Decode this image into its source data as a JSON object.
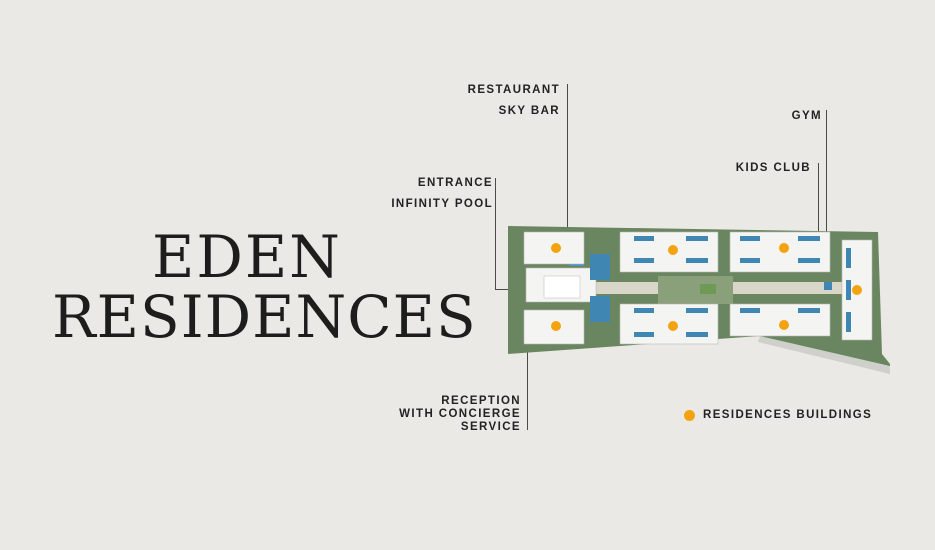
{
  "logo": {
    "line1": "EDEN",
    "line2": "RESIDENCES"
  },
  "labels": {
    "restaurant": "RESTAURANT",
    "sky_bar": "SKY BAR",
    "gym": "GYM",
    "kids_club": "KIDS CLUB",
    "entrance": "ENTRANCE",
    "infinity_pool": "INFINITY POOL",
    "reception_line1": "RECEPTION",
    "reception_line2": "WITH CONCIERGE",
    "reception_line3": "SERVICE"
  },
  "legend": {
    "residences": "RESIDENCES BUILDINGS"
  },
  "colors": {
    "background": "#ebe9e6",
    "marker": "#f2a30f",
    "greenery": "#5d7a4f",
    "pool": "#3f86b2",
    "building": "#f4f4f2"
  }
}
